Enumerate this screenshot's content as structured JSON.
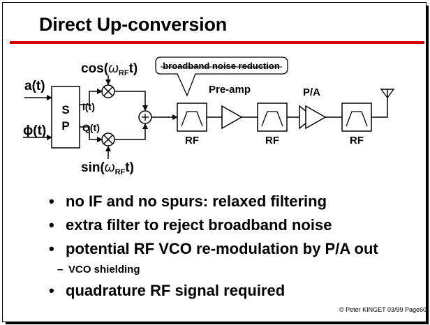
{
  "slide": {
    "title": "Direct Up-conversion",
    "footer": "© Peter KINGET  03/99 Page60"
  },
  "diagram": {
    "inputs": {
      "a": "a(t)",
      "phi": "ϕ(t)"
    },
    "sp_block": {
      "line1": "S",
      "line2": "P"
    },
    "outputs": {
      "i": "I(t)",
      "q": "Q(t)"
    },
    "lo": {
      "cos_prefix": "cos(",
      "sin_prefix": "sin(",
      "omega": "ω",
      "sub": "RF",
      "suffix": "t)"
    },
    "callout": "broadband noise reduction",
    "preamp_label": "Pre-amp",
    "pa_label": "P/A",
    "filter_labels": [
      "RF",
      "RF",
      "RF"
    ]
  },
  "bullets": [
    {
      "text": "no IF and no spurs: relaxed filtering",
      "level": 1
    },
    {
      "text": "extra filter to reject broadband noise",
      "level": 1
    },
    {
      "text": "potential RF VCO re-modulation by P/A out",
      "level": 1
    },
    {
      "text": "VCO shielding",
      "level": 2
    },
    {
      "text": "quadrature RF signal required",
      "level": 1
    }
  ],
  "bullet_marks": {
    "level1": "•",
    "level2": "–"
  }
}
